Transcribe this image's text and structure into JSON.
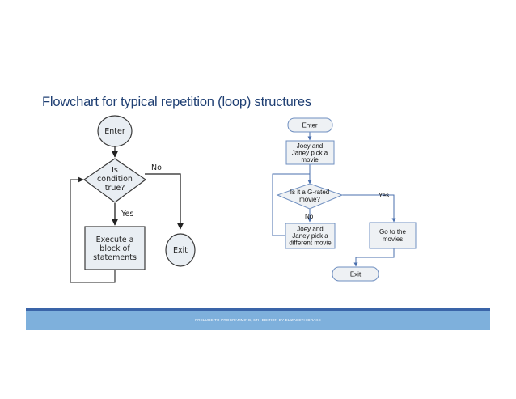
{
  "title": "Flowchart for typical repetition (loop) structures",
  "left_flowchart": {
    "enter": "Enter",
    "condition": [
      "Is",
      "condition",
      "true?"
    ],
    "no_label": "No",
    "yes_label": "Yes",
    "process": [
      "Execute a",
      "block of",
      "statements"
    ],
    "exit": "Exit"
  },
  "right_flowchart": {
    "enter": "Enter",
    "step1": [
      "Joey and",
      "Janey pick a",
      "movie"
    ],
    "decision": [
      "Is it a G-rated",
      "movie?"
    ],
    "yes_label": "Yes",
    "no_label": "No",
    "step2": [
      "Joey and",
      "Janey pick a",
      "different movie"
    ],
    "go": [
      "Go to the",
      "movies"
    ],
    "exit": "Exit"
  },
  "footer": "PRELUDE TO PROGRAMMING, 6TH EDITION BY ELIZABETH DRAKE",
  "colors": {
    "title": "#1f3f73",
    "left_fill": "#e9eef3",
    "right_fill": "#eef1f4",
    "right_stroke": "#6f8fc0",
    "footer": "#7eb0dc",
    "footer_line": "#3a64a8"
  }
}
